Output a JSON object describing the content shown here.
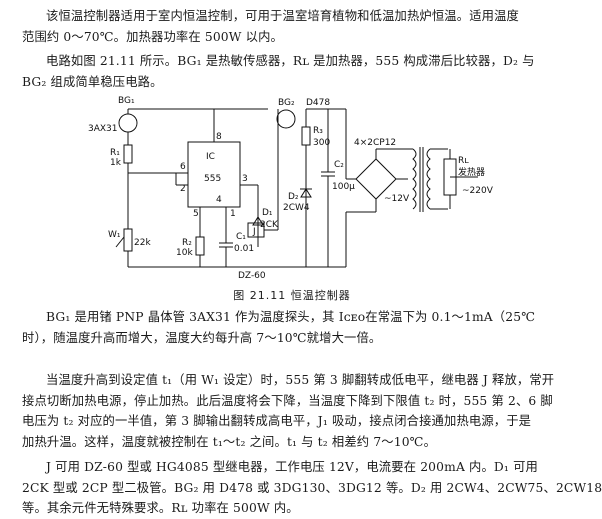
{
  "intro": {
    "lines": [
      "该恒温控制器适用于室内恒温控制，可用于温室培育植物和低温加热炉恒温。适用温度",
      "范围约 0～70℃。加热器功率在 500W 以内。"
    ]
  },
  "circuit_intro": {
    "lines": [
      "电路如图 21.11 所示。BG₁ 是热敏传感器，Rʟ 是加热器，555 构成滞后比较器，D₂ 与",
      "BG₂ 组成简单稳压电路。"
    ]
  },
  "figure": {
    "labels": {
      "bg1": "BG₁",
      "bg1_type": "3AX31",
      "bg2": "BG₂",
      "bg2_type": "D478",
      "r1": "R₁",
      "r1_val": "1k",
      "ic": "IC",
      "ic_type": "555",
      "pin6": "6",
      "pin2": "2",
      "pin3": "3",
      "pin8": "8",
      "pin5": "5",
      "pin4": "4",
      "pin1": "1",
      "w1": "W₁",
      "w1_val": "22k",
      "r2": "R₂",
      "r2_val": "10k",
      "c1": "C₁",
      "c1_val": "0.01",
      "d1": "D₁",
      "d1_type": "2CK",
      "relay": "J",
      "relay_type": "DZ-60",
      "r3": "R₃",
      "r3_val": "300",
      "d2": "D₂",
      "d2_type": "2CW4",
      "c2": "C₂",
      "c2_val": "100μ",
      "bridge": "4×2CP12",
      "v12": "~12V",
      "rl": "Rʟ",
      "rl_desc": "发热器",
      "v220": "~220V"
    },
    "caption": "图 21.11  恒温控制器"
  },
  "para3": {
    "lines": [
      "BG₁ 是用锗 PNP 晶体管 3AX31 作为温度探头，其 Iᴄᴇᴏ在常温下为 0.1～1mA（25℃",
      "时），随温度升高而增大，温度大约每升高 7～10℃就增大一倍。"
    ]
  },
  "para4": {
    "lines": [
      "当温度升高到设定值 t₁（用 W₁ 设定）时，555 第 3 脚翻转成低电平，继电器 J 释放，常开",
      "接点切断加热电源，停止加热。此后温度将会下降，当温度下降到下限值 t₂ 时，555 第 2、6 脚",
      "电压为 t₂ 对应的一半值，第 3 脚输出翻转成高电平，J₁ 吸动，接点闭合接通加热电源，于是",
      "加热升温。这样，温度就被控制在 t₁～t₂ 之间。t₁ 与 t₂ 相差约 7～10℃。"
    ]
  },
  "para5": {
    "lines": [
      "J 可用 DZ-60 型或 HG4085 型继电器，工作电压 12V，电流要在 200mA 内。D₁ 可用",
      "2CK 型或 2CP 型二极管。BG₂ 用 D478 或 3DG130、3DG12 等。D₂ 用 2CW4、2CW75、2CW18",
      "等。其余元件无特殊要求。Rʟ 功率在 500W 内。"
    ]
  }
}
